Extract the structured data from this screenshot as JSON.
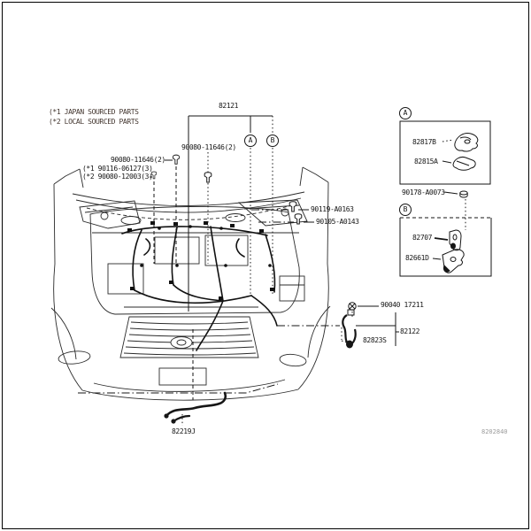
{
  "page": {
    "background": "#ffffff",
    "line_color": "#1a1a1a",
    "note_color": "#43362f",
    "footer_color": "#9b9b9b"
  },
  "notes": {
    "line1": "(*1 JAPAN SOURCED PARTS",
    "line2": "(*2 LOCAL SOURCED PARTS"
  },
  "footer": {
    "code": "8202840"
  },
  "diagram": {
    "assembly_label": "82121",
    "callouts": {
      "a": "A",
      "b": "B"
    },
    "fasteners": {
      "bolt_center": "90080-11646(2)",
      "bolt_left": "90080-11646(2)",
      "bolt_left_note1": "(*1 90116-06127(3)",
      "bolt_left_note2": "(*2 90080-12003(3)",
      "bolt_fender_upper": "90119-A0163",
      "bolt_fender_lower": "90105-A0143",
      "bolt_ground": "90040 17211"
    },
    "parts": {
      "engine_room_wire_no2": "82122",
      "connector": "82823S",
      "frame_wire": "82219J"
    }
  },
  "panel": {
    "section_a": {
      "callout": "A",
      "clamp1": "82817B",
      "clamp2": "82815A"
    },
    "nut": "90178-A0073",
    "section_b": {
      "callout": "B",
      "clamp": "82707",
      "protector": "82661D"
    }
  }
}
